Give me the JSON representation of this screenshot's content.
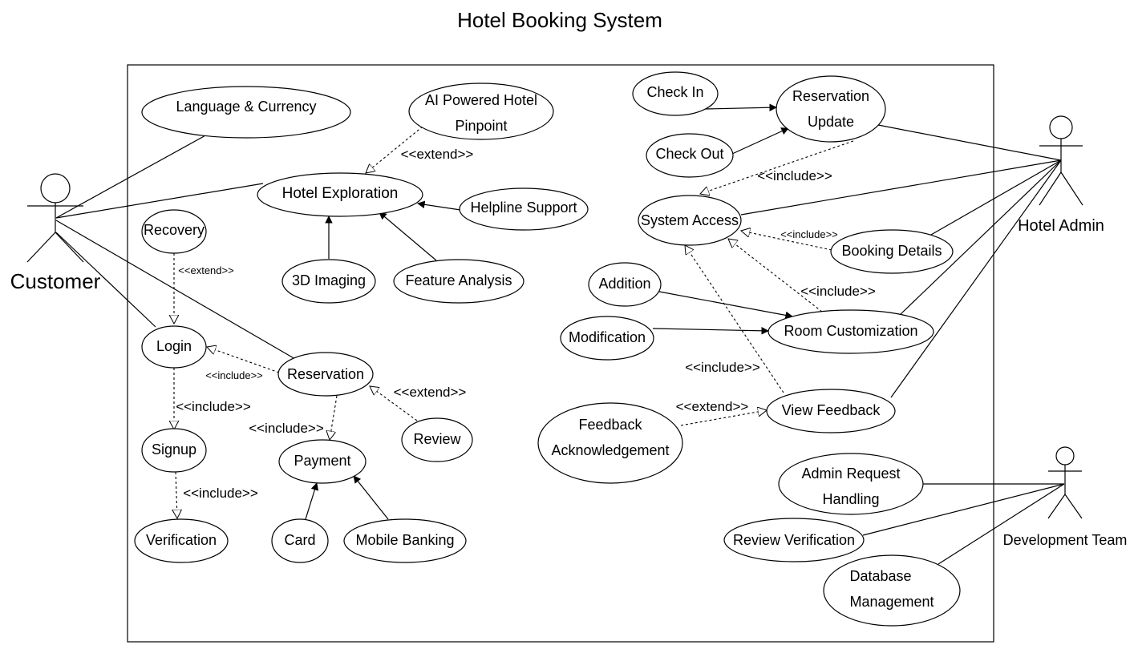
{
  "title": "Hotel Booking System",
  "actors": {
    "customer": "Customer",
    "hotel_admin": "Hotel Admin",
    "dev_team": "Development Team"
  },
  "use_cases": {
    "language_currency": "Language & Currency",
    "ai_pinpoint_1": "AI Powered Hotel",
    "ai_pinpoint_2": "Pinpoint",
    "hotel_exploration": "Hotel Exploration",
    "helpline_support": "Helpline Support",
    "recovery": "Recovery",
    "imaging_3d": "3D Imaging",
    "feature_analysis": "Feature Analysis",
    "login": "Login",
    "reservation": "Reservation",
    "review": "Review",
    "signup": "Signup",
    "payment": "Payment",
    "verification": "Verification",
    "card": "Card",
    "mobile_banking": "Mobile Banking",
    "check_in": "Check In",
    "reservation_update_1": "Reservation",
    "reservation_update_2": "Update",
    "check_out": "Check Out",
    "system_access": "System Access",
    "booking_details": "Booking Details",
    "addition": "Addition",
    "modification": "Modification",
    "room_customization": "Room Customization",
    "view_feedback": "View Feedback",
    "feedback_ack_1": "Feedback",
    "feedback_ack_2": "Acknowledgement",
    "admin_request_1": "Admin Request",
    "admin_request_2": "Handling",
    "review_verification": "Review Verification",
    "database_mgmt_1": "Database",
    "database_mgmt_2": "Management"
  },
  "relation_labels": {
    "extend_ai": "<<extend>>",
    "extend_recovery": "<<extend>>",
    "include_login_res": "<<include>>",
    "include_login_signup": "<<include>>",
    "include_signup_verif": "<<include>>",
    "include_res_payment": "<<include>>",
    "extend_review": "<<extend>>",
    "include_resupdate": "<<include>>",
    "include_booking": "<<include>>",
    "include_room": "<<include>>",
    "include_feedback": "<<include>>",
    "extend_feedback": "<<extend>>"
  }
}
